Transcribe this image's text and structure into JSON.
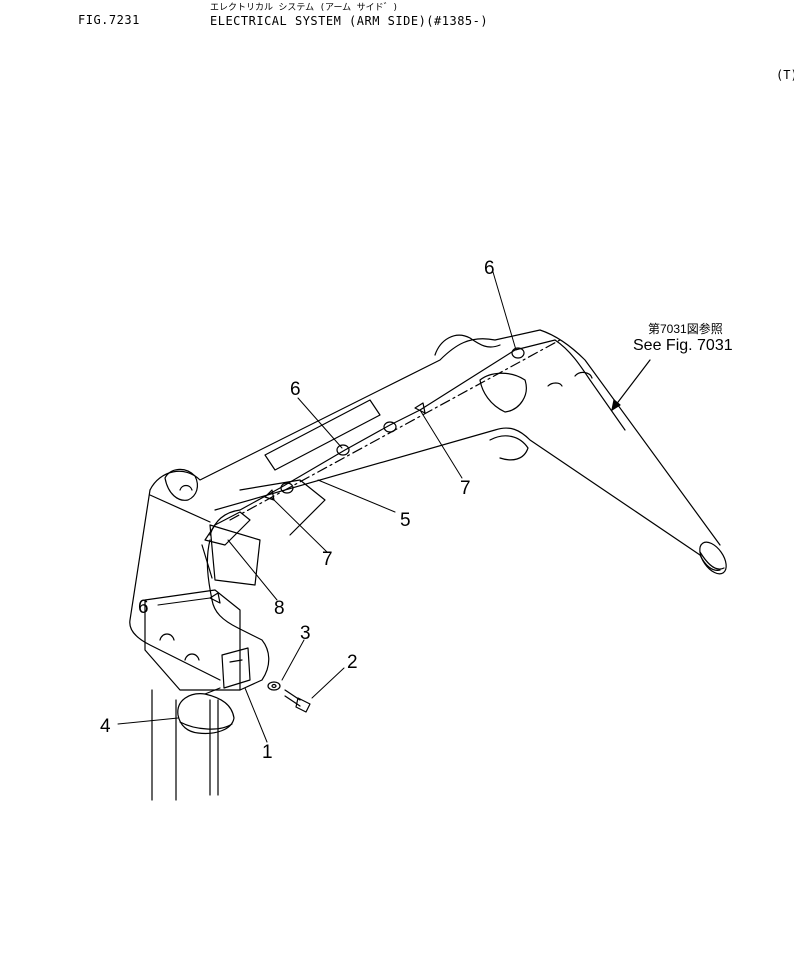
{
  "header": {
    "fig_number": "FIG.7231",
    "title_jp": "エレクトリカル システム (アーム サイド゛)",
    "title_en": "ELECTRICAL SYSTEM (ARM SIDE)(#1385-)",
    "corner_mark": "(T)"
  },
  "reference": {
    "jp": "第7031図参照",
    "en": "See Fig. 7031"
  },
  "callouts": [
    {
      "id": "c1",
      "label": "1"
    },
    {
      "id": "c2",
      "label": "2"
    },
    {
      "id": "c3",
      "label": "3"
    },
    {
      "id": "c4",
      "label": "4"
    },
    {
      "id": "c5",
      "label": "5"
    },
    {
      "id": "c6a",
      "label": "6"
    },
    {
      "id": "c6b",
      "label": "6"
    },
    {
      "id": "c6c",
      "label": "6"
    },
    {
      "id": "c7a",
      "label": "7"
    },
    {
      "id": "c7b",
      "label": "7"
    },
    {
      "id": "c8",
      "label": "8"
    }
  ],
  "colors": {
    "ink": "#000000",
    "paper": "#ffffff"
  }
}
